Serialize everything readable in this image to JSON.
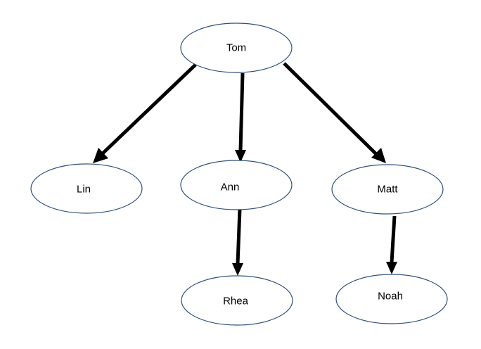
{
  "nodes": [
    {
      "id": "tom",
      "label": "Tom"
    },
    {
      "id": "lin",
      "label": "Lin"
    },
    {
      "id": "ann",
      "label": "Ann"
    },
    {
      "id": "matt",
      "label": "Matt"
    },
    {
      "id": "rhea",
      "label": "Rhea"
    },
    {
      "id": "noah",
      "label": "Noah"
    }
  ],
  "edges": [
    {
      "from": "tom",
      "to": "lin"
    },
    {
      "from": "tom",
      "to": "ann"
    },
    {
      "from": "tom",
      "to": "matt"
    },
    {
      "from": "ann",
      "to": "rhea"
    },
    {
      "from": "matt",
      "to": "noah"
    }
  ],
  "colors": {
    "node_border": "#2f4f7a",
    "arrow": "#000000",
    "background": "#ffffff"
  }
}
